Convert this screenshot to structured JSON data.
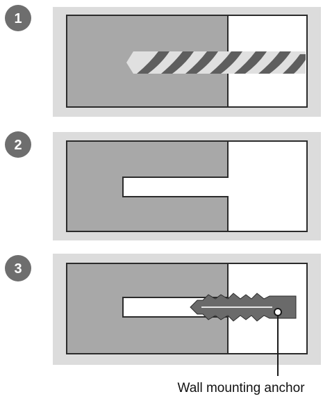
{
  "steps": [
    {
      "number": "1",
      "name": "drill-hole"
    },
    {
      "number": "2",
      "name": "clean-hole"
    },
    {
      "number": "3",
      "name": "insert-anchor"
    }
  ],
  "callout": {
    "label": "Wall mounting anchor"
  },
  "colors": {
    "panel_bg": "#dcdcdc",
    "wall": "#a8a8a8",
    "hole": "#ffffff",
    "outline": "#2b2b2b",
    "badge": "#6e6e6e",
    "drill_bit": "#e0e0e0",
    "drill_flute": "#5e5e5e",
    "anchor": "#6a6a6a"
  }
}
